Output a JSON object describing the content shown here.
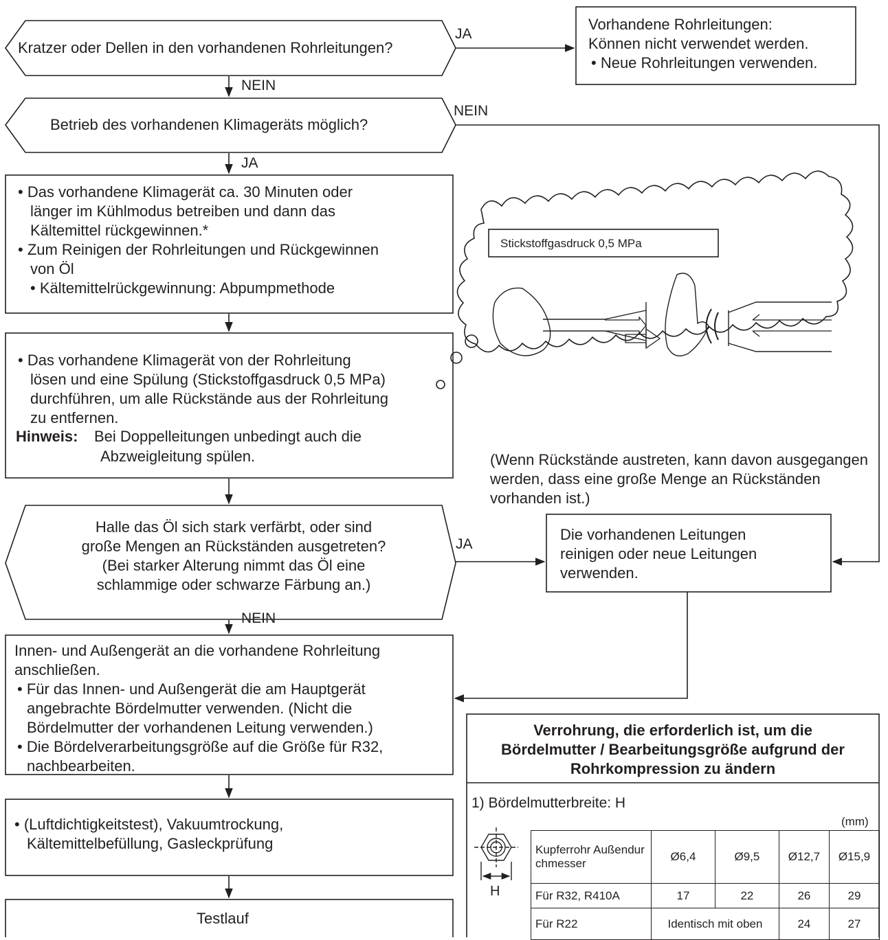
{
  "decisions": {
    "d1": "Kratzer oder Dellen in den vorhandenen Rohrleitungen?",
    "d2": "Betrieb des vorhandenen Klimageräts möglich?",
    "d3": [
      "Halle das Öl sich stark verfärbt, oder sind",
      "große Mengen an Rückständen ausgetreten?",
      "(Bei starker Alterung nimmt das Öl eine",
      "schlammige oder schwarze Färbung an.)"
    ]
  },
  "labels": {
    "ja": "JA",
    "nein": "NEIN"
  },
  "boxes": {
    "unusable": [
      "Vorhandene Rohrleitungen:",
      "Können nicht verwendet werden.",
      "• Neue Rohrleitungen verwenden."
    ],
    "cool": [
      "• Das vorhandene Klimagerät ca. 30 Minuten oder",
      "  länger im Kühlmodus betreiben und dann das",
      "  Kältemittel rückgewinnen.*",
      "• Zum Reinigen der Rohrleitungen und Rückgewinnen",
      "  von Öl",
      "• Kältemittelrückgewinnung: Abpumpmethode"
    ],
    "flush": [
      "• Das vorhandene Klimagerät von der Rohrleitung",
      "  lösen und eine Spülung (Stickstoffgasdruck 0,5 MPa)",
      "  durchführen, um alle Rückstände aus der Rohrleitung",
      "  zu entfernen."
    ],
    "hint_label": "Hinweis:",
    "hint_lines": [
      "Bei Doppelleitungen unbedingt auch die",
      "Abzweigleitung spülen."
    ],
    "clean": [
      "Die vorhandenen Leitungen",
      "reinigen oder neue Leitungen",
      "verwenden."
    ],
    "connect": [
      "Innen- und Außengerät an die vorhandene Rohrleitung",
      "anschließen.",
      "• Für das Innen- und Außengerät die am Hauptgerät",
      "  angebrachte Bördelmutter verwenden. (Nicht die",
      "  Bördelmutter der vorhandenen Leitung verwenden.)",
      "• Die Bördelverarbeitungsgröße auf die Größe für R32,",
      "  nachbearbeiten."
    ],
    "test": [
      "• (Luftdichtigkeitstest), Vakuumtrockung,",
      "  Kältemittelbefüllung, Gasleckprüfung"
    ],
    "run": "Testlauf"
  },
  "illustration": {
    "pressure_label": "Stickstoffgasdruck 0,5 MPa",
    "residue_note": [
      "(Wenn Rückstände austreten, kann davon ausgegangen",
      "werden, dass eine große Menge an Rückständen",
      "vorhanden ist.)"
    ]
  },
  "panel": {
    "title": [
      "Verrohrung, die erforderlich ist, um die",
      "Bördelmutter / Bearbeitungsgröße aufgrund der",
      "Rohrkompression zu ändern"
    ],
    "subtitle": "1) Bördelmutterbreite: H",
    "unit": "(mm)",
    "nut_label": "H",
    "table": {
      "header": [
        "Kupferrohr Außendur chmesser",
        "Ø6,4",
        "Ø9,5",
        "Ø12,7",
        "Ø15,9"
      ],
      "row_r32": [
        "Für R32, R410A",
        "17",
        "22",
        "26",
        "29"
      ],
      "row_r22": [
        "Für R22",
        "Identisch mit oben",
        "24",
        "27"
      ]
    }
  }
}
